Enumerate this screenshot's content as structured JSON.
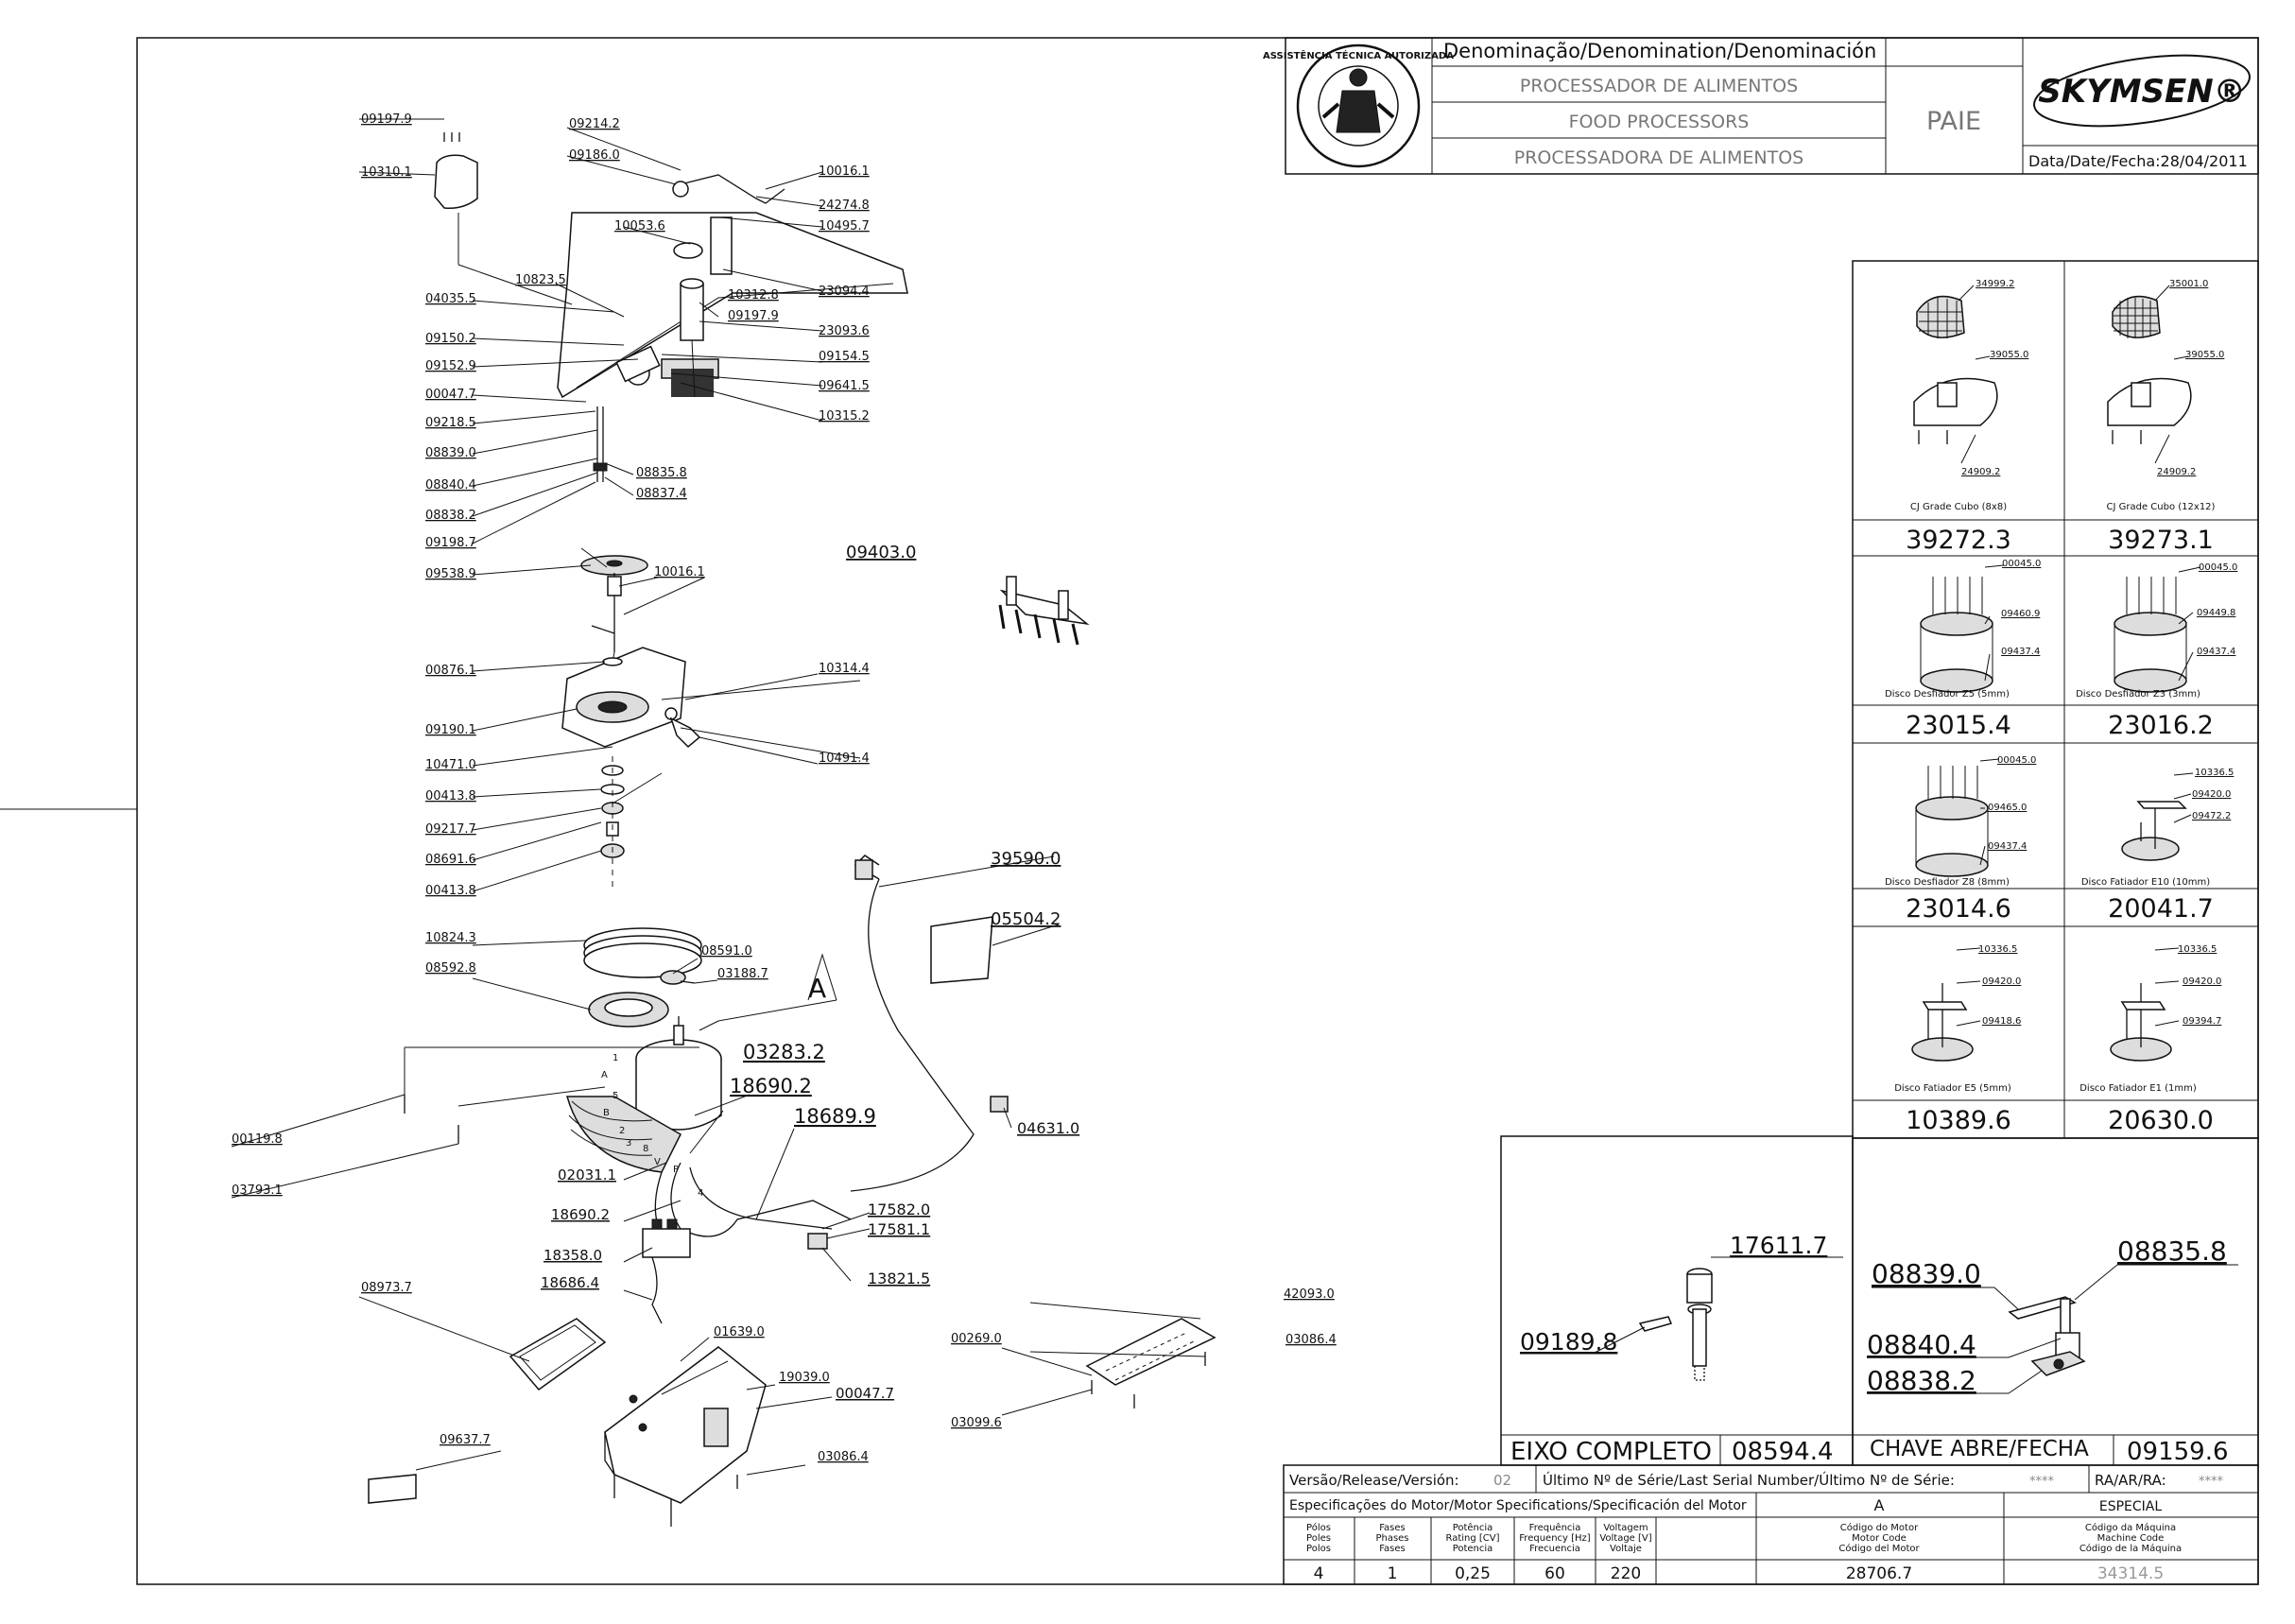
{
  "title_block": {
    "heading": "Denominação/Denomination/Denominación",
    "names": [
      "PROCESSADOR DE ALIMENTOS",
      "FOOD PROCESSORS",
      "PROCESSADORA DE ALIMENTOS"
    ],
    "model": "PAIE",
    "brand": "SKYMSEN®",
    "date": "Data/Date/Fecha:28/04/2011",
    "seal_text": "ASSISTÊNCIA TÉCNICA AUTORIZADA"
  },
  "callouts": [
    {
      "id": "09197.9"
    },
    {
      "id": "10310.1"
    },
    {
      "id": "09214.2"
    },
    {
      "id": "09186.0"
    },
    {
      "id": "10016.1"
    },
    {
      "id": "24274.8"
    },
    {
      "id": "10053.6"
    },
    {
      "id": "10495.7"
    },
    {
      "id": "23094.4"
    },
    {
      "id": "10312.8"
    },
    {
      "id": "09197.9"
    },
    {
      "id": "23093.6"
    },
    {
      "id": "10823.5"
    },
    {
      "id": "04035.5"
    },
    {
      "id": "09150.2"
    },
    {
      "id": "09152.9"
    },
    {
      "id": "09154.5"
    },
    {
      "id": "00047.7"
    },
    {
      "id": "09641.5"
    },
    {
      "id": "09218.5"
    },
    {
      "id": "10315.2"
    },
    {
      "id": "08839.0"
    },
    {
      "id": "08835.8"
    },
    {
      "id": "08840.4"
    },
    {
      "id": "08837.4"
    },
    {
      "id": "08838.2"
    },
    {
      "id": "09198.7"
    },
    {
      "id": "09538.9"
    },
    {
      "id": "10016.1"
    },
    {
      "id": "00876.1"
    },
    {
      "id": "10314.4"
    },
    {
      "id": "09190.1"
    },
    {
      "id": "10471.0"
    },
    {
      "id": "10491.4"
    },
    {
      "id": "00413.8"
    },
    {
      "id": "09217.7"
    },
    {
      "id": "08691.6"
    },
    {
      "id": "00413.8"
    },
    {
      "id": "10824.3"
    },
    {
      "id": "08591.0"
    },
    {
      "id": "03188.7"
    },
    {
      "id": "08592.8"
    },
    {
      "id": "00119.8"
    },
    {
      "id": "03793.1"
    },
    {
      "id": "02031.1"
    },
    {
      "id": "18690.2"
    },
    {
      "id": "18358.0"
    },
    {
      "id": "18686.4"
    },
    {
      "id": "08973.7"
    },
    {
      "id": "09637.7"
    },
    {
      "id": "01639.0"
    },
    {
      "id": "19039.0"
    },
    {
      "id": "00047.7"
    },
    {
      "id": "03086.4"
    },
    {
      "id": "09403.0"
    },
    {
      "id": "39590.0"
    },
    {
      "id": "05504.2"
    },
    {
      "id": "04631.0"
    },
    {
      "id": "17582.0"
    },
    {
      "id": "17581.1"
    },
    {
      "id": "13821.5"
    },
    {
      "id": "42093.0"
    },
    {
      "id": "00269.0"
    },
    {
      "id": "03086.4"
    },
    {
      "id": "03099.6"
    }
  ],
  "big_callouts": {
    "a": "A",
    "m1": "03283.2",
    "m2": "18690.2",
    "m3": "18689.9"
  },
  "wire_labels": {
    "n1": "1",
    "nA": "A",
    "n5": "5",
    "nB": "B",
    "n2": "2",
    "n3": "3",
    "n8": "8",
    "nV": "V",
    "nP": "P",
    "n4": "4"
  },
  "cells": [
    {
      "parts": [
        "34999.2",
        "39055.0",
        "24909.2"
      ],
      "caption": "CJ Grade Cubo (8x8)",
      "code": "39272.3"
    },
    {
      "parts": [
        "35001.0",
        "39055.0",
        "24909.2"
      ],
      "caption": "CJ Grade Cubo (12x12)",
      "code": "39273.1"
    },
    {
      "parts": [
        "00045.0",
        "09460.9",
        "09437.4"
      ],
      "caption": "Disco Desfiador Z5 (5mm)",
      "code": "23015.4"
    },
    {
      "parts": [
        "00045.0",
        "09449.8",
        "09437.4"
      ],
      "caption": "Disco Desfiador Z3 (3mm)",
      "code": "23016.2"
    },
    {
      "parts": [
        "00045.0",
        "09465.0",
        "09437.4"
      ],
      "caption": "Disco Desfiador Z8 (8mm)",
      "code": "23014.6"
    },
    {
      "parts": [
        "10336.5",
        "09420.0",
        "09472.2"
      ],
      "caption": "Disco Fatiador E10 (10mm)",
      "code": "20041.7"
    },
    {
      "parts": [
        "10336.5",
        "09420.0",
        "09418.6"
      ],
      "caption": "Disco Fatiador E5 (5mm)",
      "code": "10389.6"
    },
    {
      "parts": [
        "10336.5",
        "09420.0",
        "09394.7"
      ],
      "caption": "Disco Fatiador E1 (1mm)",
      "code": "20630.0"
    }
  ],
  "detail_left": {
    "parts": [
      "17611.7",
      "09189.8"
    ],
    "title": "EIXO COMPLETO",
    "code": "08594.4"
  },
  "detail_right": {
    "parts": [
      "08839.0",
      "08835.8",
      "08840.4",
      "08838.2"
    ],
    "title": "CHAVE ABRE/FECHA",
    "code": "09159.6"
  },
  "version_row": {
    "version_label": "Versão/Release/Versión:",
    "version": "02",
    "serial_label": "Último Nº de Série/Last Serial Number/Último Nº de Série:",
    "serial": "****",
    "ra_label": "RA/AR/RA:",
    "ra": "****"
  },
  "motor": {
    "header": "Especificações do Motor/Motor Specifications/Specificación del Motor",
    "col_a": "A",
    "col_special": "ESPECIAL",
    "headers": [
      [
        "Pólos",
        "Poles",
        "Polos"
      ],
      [
        "Fases",
        "Phases",
        "Fases"
      ],
      [
        "Potência",
        "Rating [CV]",
        "Potencia"
      ],
      [
        "Frequência",
        "Frequency [Hz]",
        "Frecuencia"
      ],
      [
        "Voltagem",
        "Voltage [V]",
        "Voltaje"
      ],
      [
        "Código do Motor",
        "Motor Code",
        "Código del Motor"
      ],
      [
        "Código da Máquina",
        "Machine Code",
        "Código de la Máquina"
      ]
    ],
    "values": [
      "4",
      "1",
      "0,25",
      "60",
      "220",
      "28706.7",
      "34314.5"
    ]
  }
}
